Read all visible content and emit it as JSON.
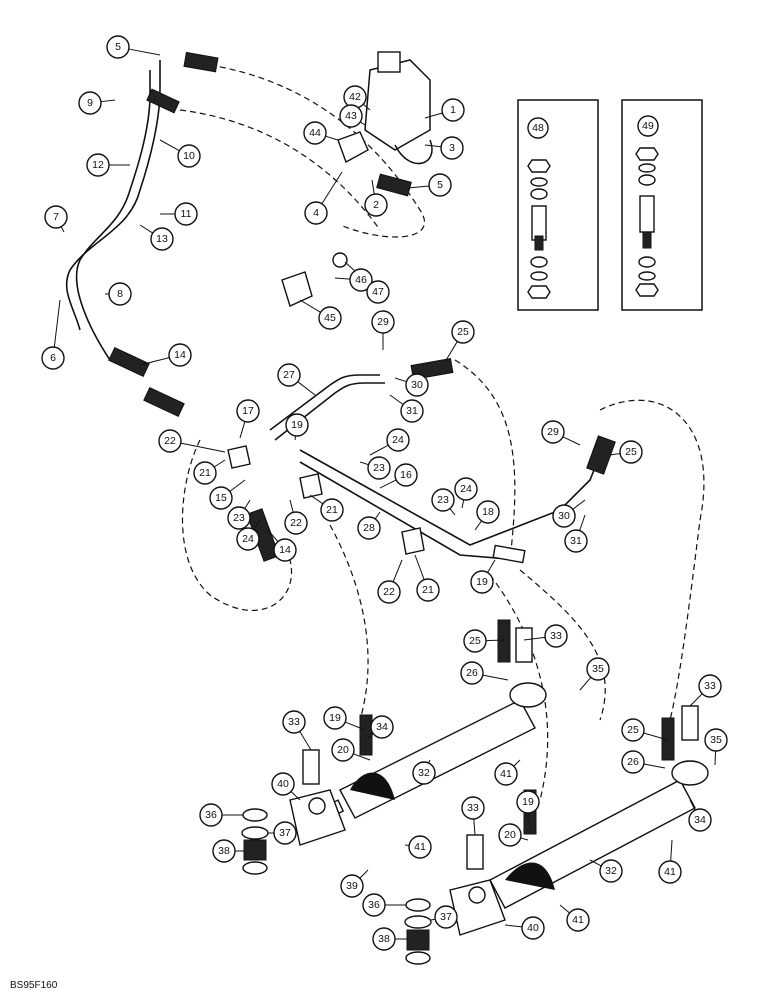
{
  "figure_code": "BS95F160",
  "insets": [
    {
      "id": "inset-48",
      "label": "48"
    },
    {
      "id": "inset-49",
      "label": "49"
    }
  ],
  "callouts": [
    {
      "label": "1"
    },
    {
      "label": "2"
    },
    {
      "label": "3"
    },
    {
      "label": "4"
    },
    {
      "label": "5"
    },
    {
      "label": "5"
    },
    {
      "label": "6"
    },
    {
      "label": "7"
    },
    {
      "label": "8"
    },
    {
      "label": "9"
    },
    {
      "label": "10"
    },
    {
      "label": "11"
    },
    {
      "label": "12"
    },
    {
      "label": "13"
    },
    {
      "label": "14"
    },
    {
      "label": "14"
    },
    {
      "label": "15"
    },
    {
      "label": "16"
    },
    {
      "label": "17"
    },
    {
      "label": "18"
    },
    {
      "label": "19"
    },
    {
      "label": "19"
    },
    {
      "label": "19"
    },
    {
      "label": "19"
    },
    {
      "label": "20"
    },
    {
      "label": "20"
    },
    {
      "label": "21"
    },
    {
      "label": "21"
    },
    {
      "label": "21"
    },
    {
      "label": "22"
    },
    {
      "label": "22"
    },
    {
      "label": "22"
    },
    {
      "label": "23"
    },
    {
      "label": "23"
    },
    {
      "label": "23"
    },
    {
      "label": "24"
    },
    {
      "label": "24"
    },
    {
      "label": "24"
    },
    {
      "label": "25"
    },
    {
      "label": "25"
    },
    {
      "label": "25"
    },
    {
      "label": "25"
    },
    {
      "label": "26"
    },
    {
      "label": "26"
    },
    {
      "label": "27"
    },
    {
      "label": "28"
    },
    {
      "label": "29"
    },
    {
      "label": "29"
    },
    {
      "label": "30"
    },
    {
      "label": "30"
    },
    {
      "label": "31"
    },
    {
      "label": "31"
    },
    {
      "label": "32"
    },
    {
      "label": "32"
    },
    {
      "label": "33"
    },
    {
      "label": "33"
    },
    {
      "label": "33"
    },
    {
      "label": "33"
    },
    {
      "label": "34"
    },
    {
      "label": "34"
    },
    {
      "label": "35"
    },
    {
      "label": "35"
    },
    {
      "label": "36"
    },
    {
      "label": "36"
    },
    {
      "label": "37"
    },
    {
      "label": "37"
    },
    {
      "label": "38"
    },
    {
      "label": "38"
    },
    {
      "label": "39"
    },
    {
      "label": "40"
    },
    {
      "label": "40"
    },
    {
      "label": "41"
    },
    {
      "label": "41"
    },
    {
      "label": "41"
    },
    {
      "label": "41"
    },
    {
      "label": "42"
    },
    {
      "label": "43"
    },
    {
      "label": "44"
    },
    {
      "label": "45"
    },
    {
      "label": "46"
    },
    {
      "label": "47"
    }
  ]
}
